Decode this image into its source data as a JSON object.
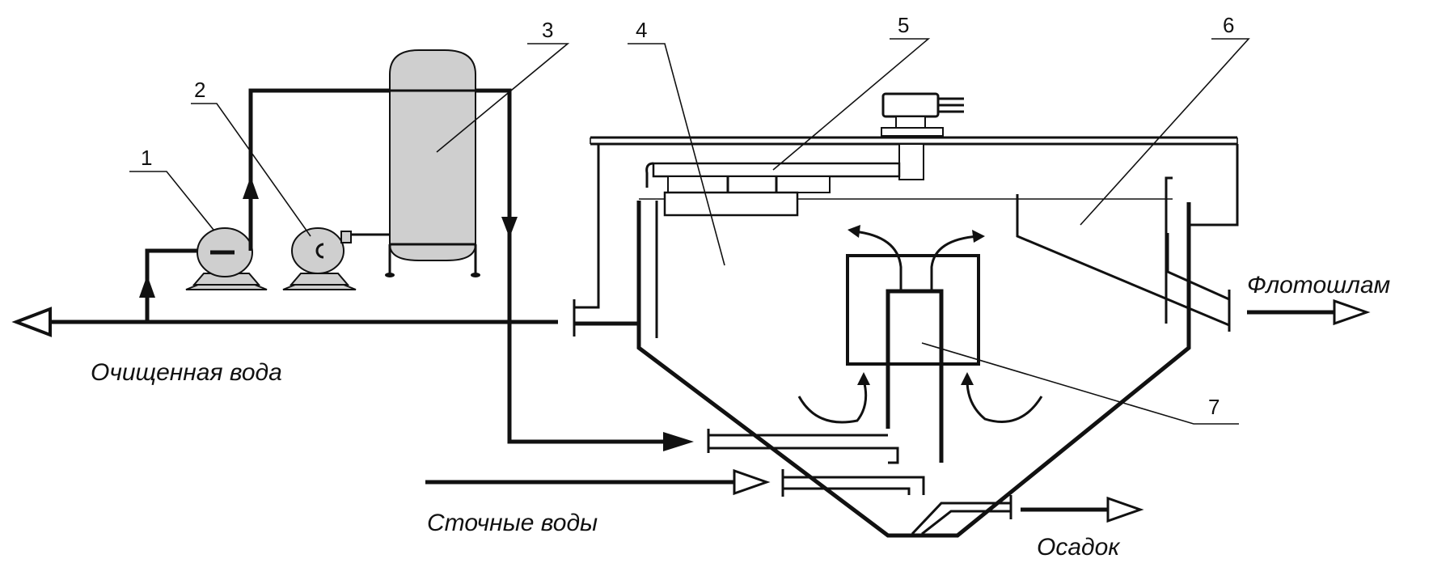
{
  "labels": {
    "n1": "1",
    "n2": "2",
    "n3": "3",
    "n4": "4",
    "n5": "5",
    "n6": "6",
    "n7": "7"
  },
  "captions": {
    "clean_water": "Очищенная вода",
    "wastewater": "Сточные воды",
    "flotation_sludge": "Флотошлам",
    "sediment": "Осадок"
  }
}
